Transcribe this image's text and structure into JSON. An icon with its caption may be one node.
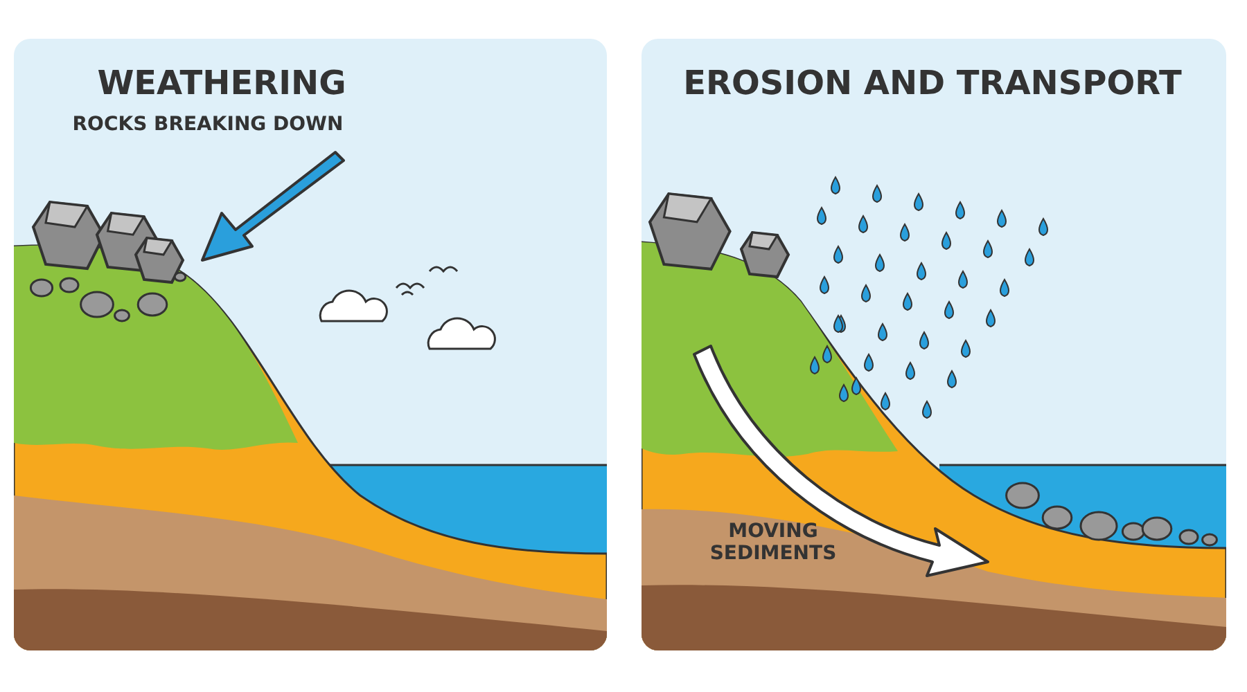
{
  "diagram": {
    "nodes": [
      {
        "text": [
          "WEATHERING",
          "ROCKS BREAKING DOWN"
        ]
      },
      {
        "text": [
          "EROSION AND TRANSPORT"
        ]
      }
    ],
    "labels": [
      "MOVING SEDIMENTS"
    ]
  }
}
